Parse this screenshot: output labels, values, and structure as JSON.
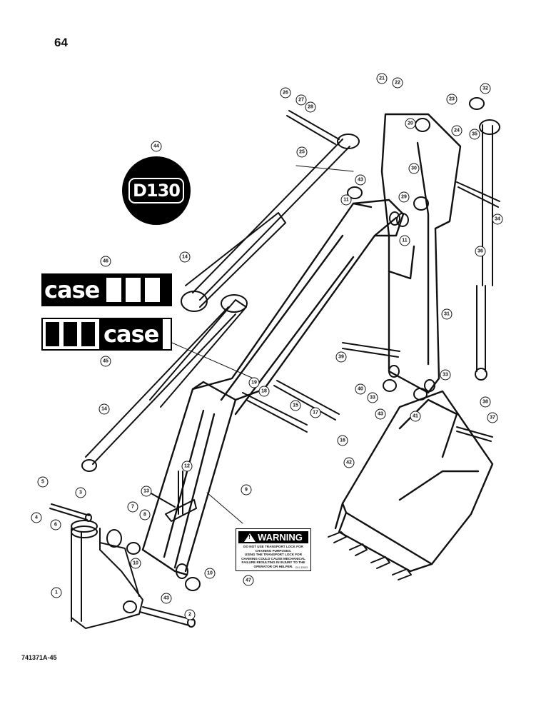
{
  "page_number": "64",
  "drawing_code": "741371A-45",
  "d130_logo": {
    "text": "D130"
  },
  "case_decal_46": {
    "word": "case"
  },
  "case_decal_45": {
    "word": "case"
  },
  "warning_decal": {
    "heading": "WARNING",
    "body_lines": [
      "DO NOT USE TRANSPORT LOCK FOR",
      "CHAINING PURPOSES.",
      "USING THE TRANSPORT LOCK FOR",
      "CHAINING COULD CAUSE MECHANICAL",
      "FAILURE RESULTING IN INJURY TO THE",
      "OPERATOR OR HELPER."
    ],
    "part_code": "D41 33003"
  },
  "callouts": [
    "1",
    "2",
    "3",
    "4",
    "5",
    "6",
    "7",
    "8",
    "9",
    "10",
    "10",
    "11",
    "11",
    "12",
    "13",
    "14",
    "14",
    "15",
    "16",
    "17",
    "18",
    "19",
    "20",
    "21",
    "22",
    "23",
    "24",
    "25",
    "26",
    "27",
    "28",
    "29",
    "30",
    "31",
    "32",
    "33",
    "33",
    "34",
    "35",
    "36",
    "37",
    "38",
    "39",
    "40",
    "41",
    "42",
    "43",
    "43",
    "43",
    "44",
    "45",
    "46",
    "47"
  ],
  "colors": {
    "ink": "#111111",
    "paper": "#ffffff"
  }
}
